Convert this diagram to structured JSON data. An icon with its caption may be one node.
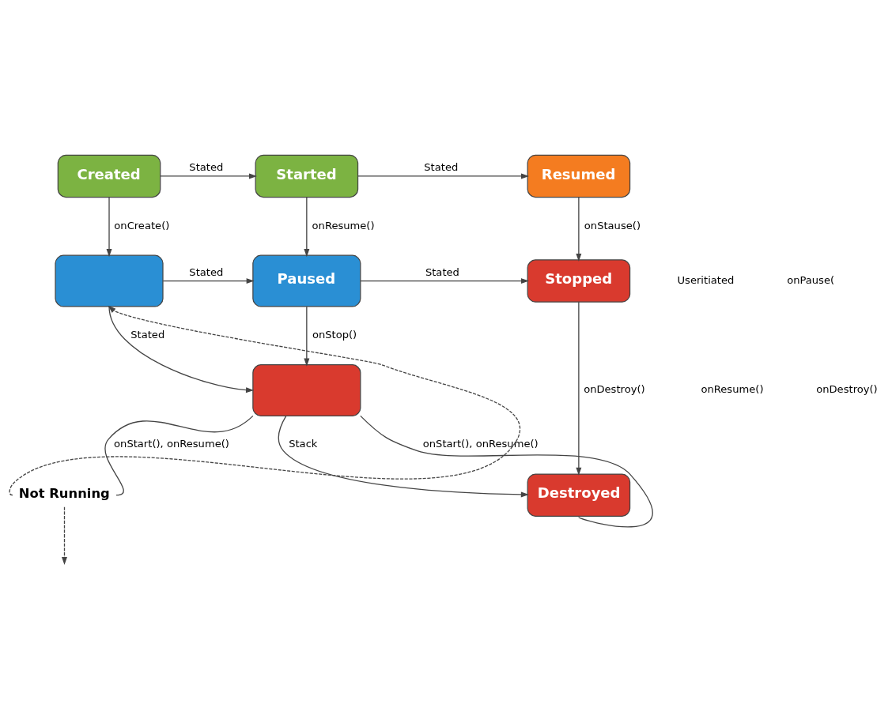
{
  "diagram": {
    "nodes": [
      {
        "text": [
          "Created"
        ]
      },
      {
        "text": [
          "Started"
        ]
      },
      {
        "text": [
          "Resumed"
        ]
      },
      {
        "text": [],
        "shape": "box"
      },
      {
        "text": [
          "Paused"
        ]
      },
      {
        "text": [
          "Stopped"
        ]
      },
      {
        "text": [],
        "shape": "box"
      },
      {
        "text": [
          "Destroyed"
        ]
      },
      {
        "text": [
          "Not Running"
        ]
      }
    ],
    "edges": [
      {
        "from": 0,
        "to": 1,
        "arrow": "to",
        "label": "Stated"
      },
      {
        "from": 1,
        "to": 2,
        "arrow": "to",
        "label": "Stated"
      },
      {
        "from": 0,
        "to": 3,
        "arrow": "to",
        "label": "onCreate()"
      },
      {
        "from": 1,
        "to": 4,
        "arrow": "to",
        "label": "onResume()"
      },
      {
        "from": 2,
        "to": 5,
        "arrow": "to",
        "label": "onStause()"
      },
      {
        "from": 3,
        "to": 4,
        "arrow": "to",
        "label": "Stated"
      },
      {
        "from": 4,
        "to": 5,
        "arrow": "to",
        "label": "Stated"
      },
      {
        "from": 4,
        "to": 6,
        "arrow": "to",
        "label": "onStop()"
      },
      {
        "from": 5,
        "to": 7,
        "arrow": "to",
        "label": "onDestroy()"
      },
      {
        "from": 3,
        "to": 6,
        "arrow": "to",
        "label": "Stated"
      },
      {
        "from": 6,
        "to": 7,
        "arrow": "to",
        "label": "Stack"
      },
      {
        "from": 6,
        "to": 8,
        "arrow": "none",
        "label": "onStart(), onResume()"
      },
      {
        "from": 7,
        "to": 6,
        "arrow": "none",
        "label": "onStart(), onResume()"
      },
      {
        "from": 8,
        "to": 3,
        "arrow": "to",
        "style": "dashed"
      },
      {
        "from": 8,
        "to": null,
        "arrow": "to",
        "style": "dashed"
      }
    ],
    "labels": [
      "Useritiated",
      "onPause(",
      "onResume()",
      "onDestroy()"
    ]
  }
}
